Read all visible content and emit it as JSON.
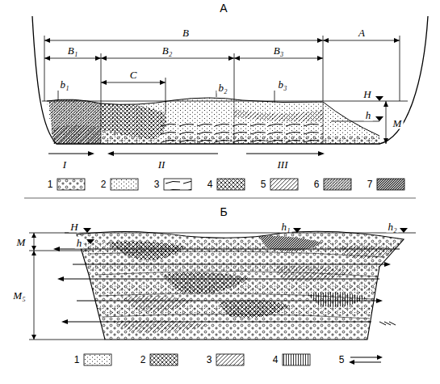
{
  "diagram": {
    "labels": [
      "А",
      "B",
      "A",
      "B₁",
      "B₂",
      "B₃",
      "b₁",
      "C",
      "b₂",
      "b₃",
      "H",
      "h",
      "M",
      "I",
      "II",
      "III",
      "Б",
      "M",
      "H",
      "h",
      "h₁",
      "h₂",
      "M₅"
    ],
    "legend": [
      {
        "text": "1"
      },
      {
        "text": "2"
      },
      {
        "text": "3"
      },
      {
        "text": "4"
      },
      {
        "text": "5"
      },
      {
        "text": "6"
      },
      {
        "text": "7"
      },
      {
        "text": "1"
      },
      {
        "text": "2"
      },
      {
        "text": "3"
      },
      {
        "text": "4"
      },
      {
        "text": "5"
      }
    ]
  }
}
